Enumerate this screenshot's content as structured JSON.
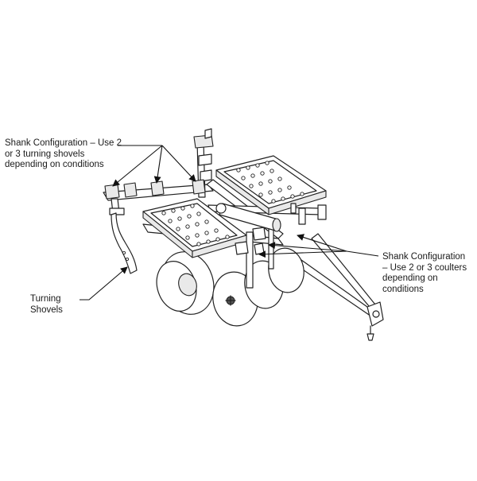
{
  "callouts": {
    "shank_left": {
      "lines": [
        "Shank Configuration – Use 2",
        "or 3 turning shovels",
        "depending on conditions"
      ]
    },
    "turning_shovels": {
      "lines": [
        "Turning",
        "Shovels"
      ]
    },
    "shank_right": {
      "lines": [
        "Shank Configuration",
        "– Use 2 or 3 coulters",
        "depending on",
        "conditions"
      ]
    }
  },
  "colors": {
    "line": "#222222",
    "background": "#ffffff"
  }
}
